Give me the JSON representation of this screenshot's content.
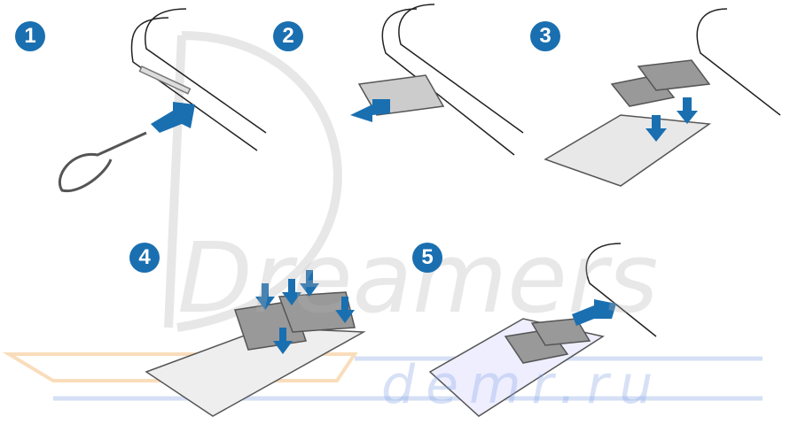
{
  "steps": [
    {
      "number": "1"
    },
    {
      "number": "2"
    },
    {
      "number": "3"
    },
    {
      "number": "4"
    },
    {
      "number": "5"
    }
  ],
  "colors": {
    "accent": "#1a6fb0",
    "line": "#222222",
    "tray": "#9a9a9a",
    "sim": "#8a8a8a"
  },
  "watermark": {
    "title": "Dreamers",
    "subtitle": "demr.ru"
  }
}
